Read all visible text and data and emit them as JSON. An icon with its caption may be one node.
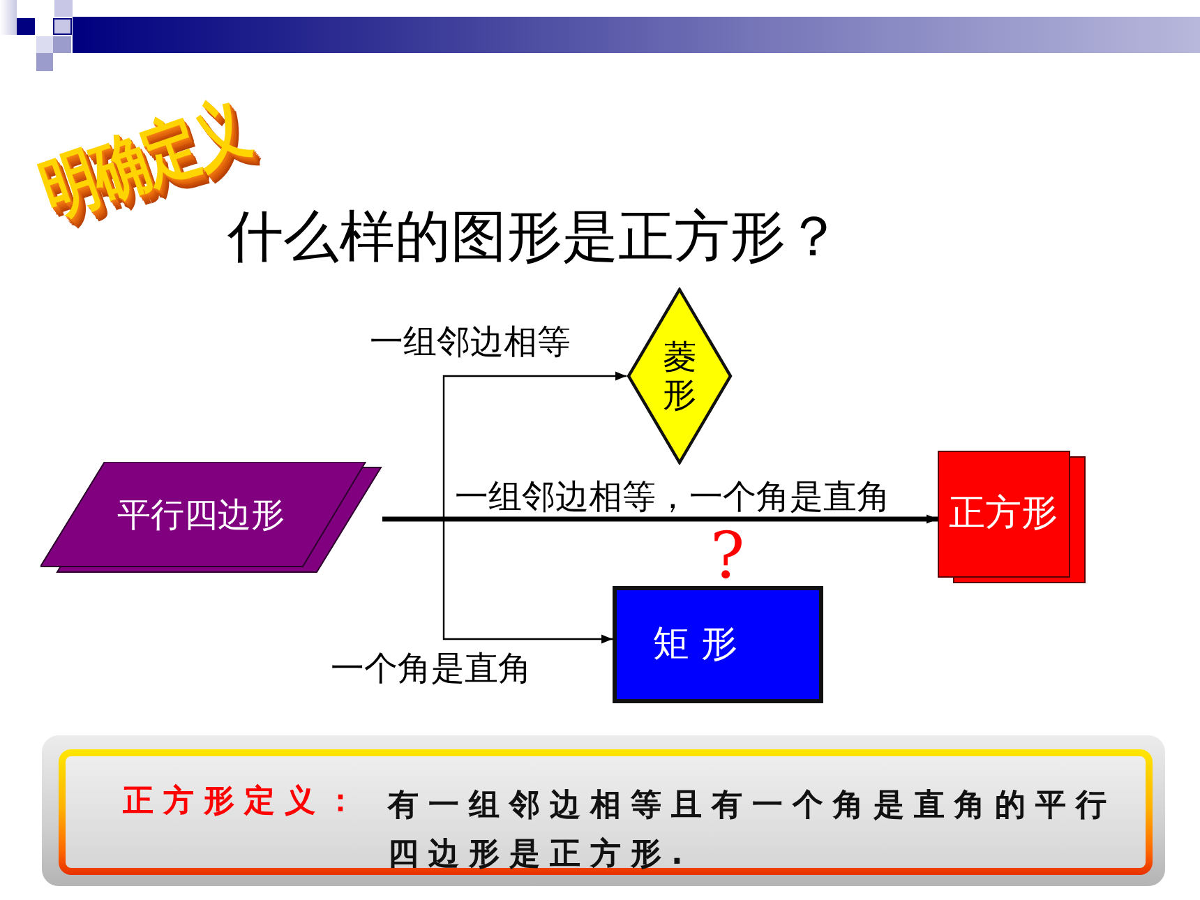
{
  "diagram": {
    "title": "什么样的图形是正方形？",
    "nodes": [
      {
        "text": [
          "平行四边形"
        ]
      },
      {
        "text": [
          "菱形"
        ]
      },
      {
        "text": [
          "矩 形"
        ]
      },
      {
        "text": [
          "正方形"
        ]
      },
      {
        "text": [
          "正方形定义：",
          "有一组邻边相等且有一个角是直角的平行四边形是正方形."
        ]
      }
    ],
    "edges": [
      {
        "from": 0,
        "to": 1,
        "arrow": "to",
        "label": "一组邻边相等"
      },
      {
        "from": 0,
        "to": 3,
        "arrow": "to",
        "label": "一组邻边相等，一个角是直角",
        "style": "thick"
      },
      {
        "from": 0,
        "to": 2,
        "arrow": "to",
        "label": "一个角是直角"
      }
    ],
    "labels": [
      "明确定义",
      "?"
    ]
  }
}
